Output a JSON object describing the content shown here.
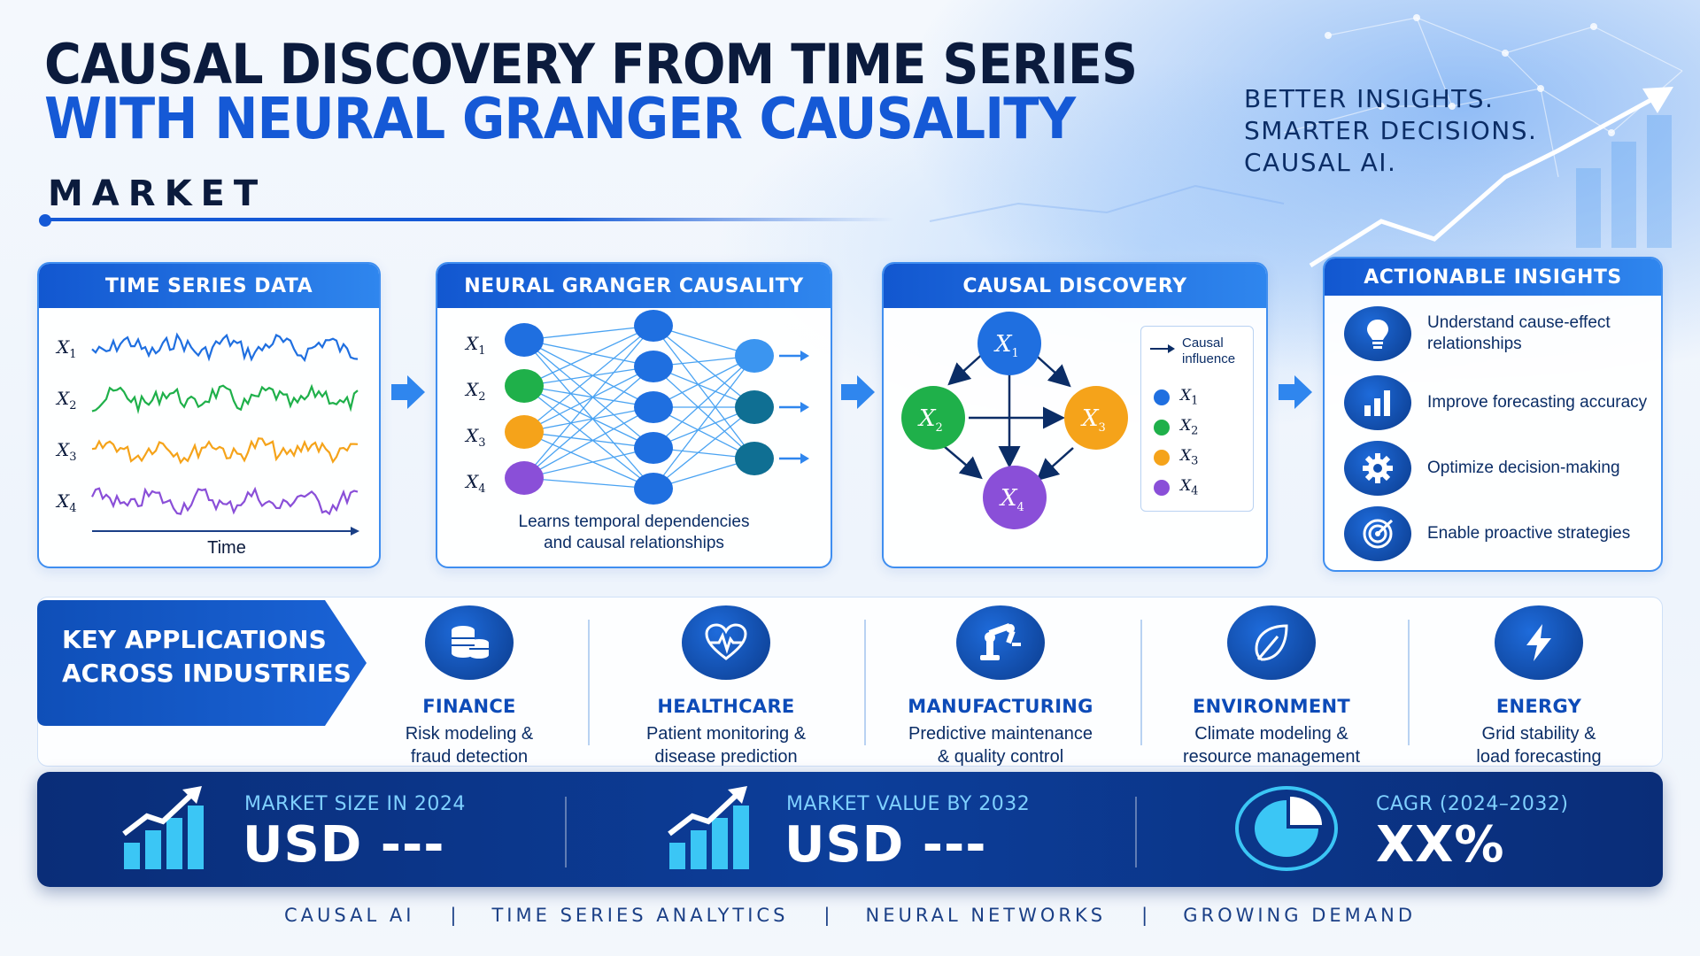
{
  "header": {
    "title_line1": "CAUSAL DISCOVERY FROM TIME SERIES",
    "title_line2": "WITH NEURAL GRANGER CAUSALITY",
    "subtitle": "MARKET",
    "tagline": [
      "BETTER INSIGHTS.",
      "SMARTER DECISIONS.",
      "CAUSAL AI."
    ]
  },
  "panels": {
    "time_series": {
      "title": "TIME SERIES DATA",
      "series": [
        {
          "label": "X",
          "sub": "1",
          "color": "#1f6fe0"
        },
        {
          "label": "X",
          "sub": "2",
          "color": "#1fb04a"
        },
        {
          "label": "X",
          "sub": "3",
          "color": "#f5a31a"
        },
        {
          "label": "X",
          "sub": "4",
          "color": "#8a4fd8"
        }
      ],
      "axis_label": "Time"
    },
    "neural_granger": {
      "title": "NEURAL GRANGER CAUSALITY",
      "inputs": [
        {
          "label": "X",
          "sub": "1"
        },
        {
          "label": "X",
          "sub": "2"
        },
        {
          "label": "X",
          "sub": "3"
        },
        {
          "label": "X",
          "sub": "4"
        }
      ],
      "caption_line1": "Learns temporal dependencies",
      "caption_line2": "and causal relationships"
    },
    "causal_discovery": {
      "title": "CAUSAL DISCOVERY",
      "nodes": [
        {
          "label": "X",
          "sub": "1",
          "color": "#1f6fe0"
        },
        {
          "label": "X",
          "sub": "2",
          "color": "#1fb04a"
        },
        {
          "label": "X",
          "sub": "3",
          "color": "#f5a31a"
        },
        {
          "label": "X",
          "sub": "4",
          "color": "#8a4fd8"
        }
      ],
      "legend_title_line1": "Causal",
      "legend_title_line2": "influence"
    },
    "insights": {
      "title": "ACTIONABLE INSIGHTS",
      "items": [
        {
          "icon": "lightbulb-icon",
          "text": "Understand cause-effect relationships"
        },
        {
          "icon": "bar-chart-icon",
          "text": "Improve forecasting accuracy"
        },
        {
          "icon": "gear-icon",
          "text": "Optimize decision-making"
        },
        {
          "icon": "target-icon",
          "text": "Enable proactive strategies"
        }
      ]
    }
  },
  "applications": {
    "banner_line1": "KEY APPLICATIONS",
    "banner_line2": "ACROSS INDUSTRIES",
    "items": [
      {
        "icon": "coins-icon",
        "title": "FINANCE",
        "desc_line1": "Risk modeling &",
        "desc_line2": "fraud detection"
      },
      {
        "icon": "heart-pulse-icon",
        "title": "HEALTHCARE",
        "desc_line1": "Patient monitoring &",
        "desc_line2": "disease prediction"
      },
      {
        "icon": "robot-arm-icon",
        "title": "MANUFACTURING",
        "desc_line1": "Predictive maintenance",
        "desc_line2": "& quality control"
      },
      {
        "icon": "leaf-icon",
        "title": "ENVIRONMENT",
        "desc_line1": "Climate modeling &",
        "desc_line2": "resource management"
      },
      {
        "icon": "lightning-icon",
        "title": "ENERGY",
        "desc_line1": "Grid stability &",
        "desc_line2": "load forecasting"
      }
    ]
  },
  "metrics": [
    {
      "icon": "growth-chart-icon",
      "label": "MARKET SIZE IN 2024",
      "value": "USD ---"
    },
    {
      "icon": "growth-chart-icon",
      "label": "MARKET VALUE BY 2032",
      "value": "USD ---"
    },
    {
      "icon": "pie-chart-icon",
      "label": "CAGR (2024–2032)",
      "value": "XX%"
    }
  ],
  "footer": [
    "CAUSAL AI",
    "TIME SERIES ANALYTICS",
    "NEURAL NETWORKS",
    "GROWING DEMAND"
  ],
  "colors": {
    "primary_blue": "#1559d6",
    "navy": "#0b1b3d",
    "metrics_bg": "#0a2d78",
    "metrics_label": "#7fd0ff"
  }
}
